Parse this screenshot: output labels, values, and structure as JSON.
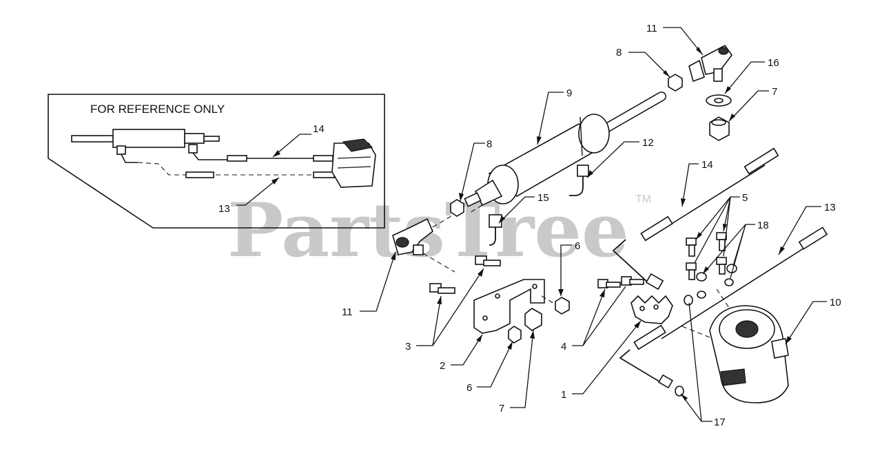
{
  "watermark": {
    "text": "PartsTree",
    "trademark": "TM"
  },
  "reference_box": {
    "title": "FOR REFERENCE ONLY",
    "callouts": [
      "14",
      "13"
    ]
  },
  "callouts": {
    "c11_top": "11",
    "c8_top": "8",
    "c16": "16",
    "c7_top": "7",
    "c9": "9",
    "c8_left": "8",
    "c12": "12",
    "c15": "15",
    "c14": "14",
    "c5": "5",
    "c13": "13",
    "c18": "18",
    "c6_right": "6",
    "c11_left": "11",
    "c3": "3",
    "c2": "2",
    "c6_bottom": "6",
    "c7_bottom": "7",
    "c4": "4",
    "c1": "1",
    "c10": "10",
    "c17": "17"
  }
}
